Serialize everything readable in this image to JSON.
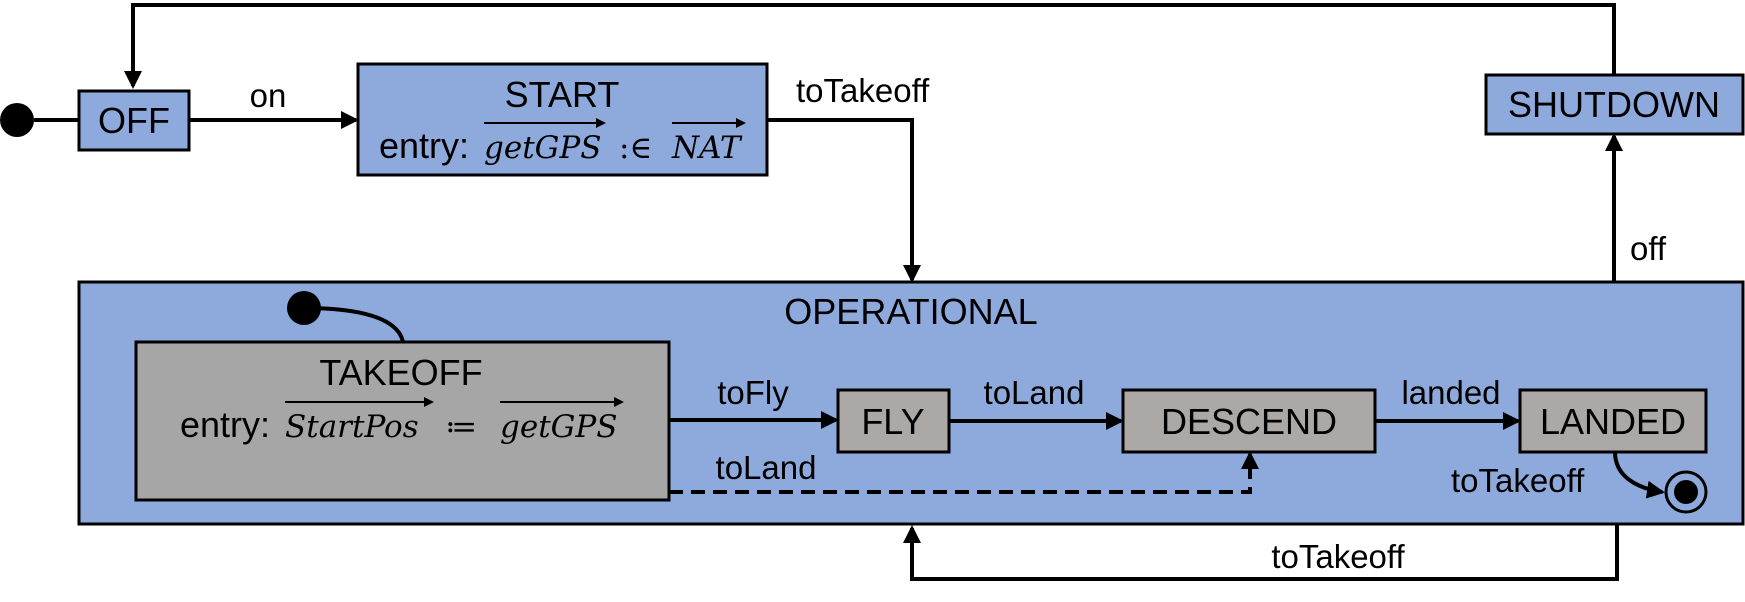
{
  "states": {
    "off": "OFF",
    "start": "START",
    "start_entry": "entry:",
    "start_lhs": "getGPS",
    "start_op": ":∈",
    "start_rhs": "NAT",
    "shutdown": "SHUTDOWN",
    "operational": "OPERATIONAL",
    "takeoff": "TAKEOFF",
    "takeoff_entry": "entry:",
    "takeoff_lhs": "StartPos",
    "takeoff_op": "≔",
    "takeoff_rhs": "getGPS",
    "fly": "FLY",
    "descend": "DESCEND",
    "landed": "LANDED"
  },
  "transitions": {
    "on": "on",
    "start_to_operational": "toTakeoff",
    "shutdown_off": "off",
    "to_fly": "toFly",
    "fly_to_land": "toLand",
    "takeoff_to_land": "toLand",
    "landed_event": "landed",
    "landed_to_takeoff": "toTakeoff",
    "operational_to_takeoff": "toTakeoff"
  }
}
